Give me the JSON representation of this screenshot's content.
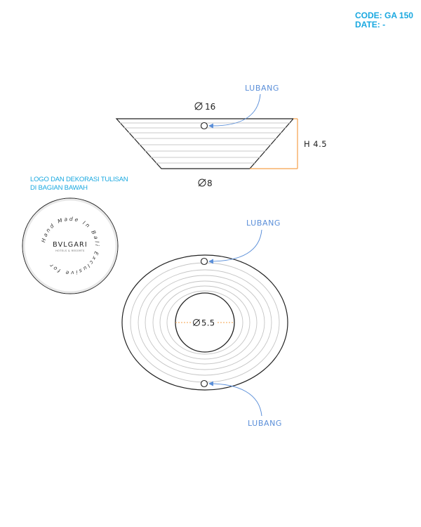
{
  "header": {
    "code": "CODE: GA 150",
    "date": "DATE: -"
  },
  "note": {
    "line1": "LOGO DAN DEKORASI TULISAN",
    "line2": "DI BAGIAN BAWAH"
  },
  "side_view": {
    "top_diameter": "16",
    "bottom_diameter": "8",
    "height": "H 4.5",
    "hole_label": "LUBANG"
  },
  "top_view": {
    "inner_diameter": "5.5",
    "hole_label_top": "LUBANG",
    "hole_label_bottom": "LUBANG"
  },
  "logo": {
    "brand": "BVLGARI",
    "sub": "HOTELS & RESORTS",
    "circular_text": "Hand Made In Bali Exclusive for"
  },
  "colors": {
    "accent": "#19a8e0",
    "dimension": "#f5a04a",
    "arrow": "#5b8fd9",
    "line": "#222222"
  }
}
